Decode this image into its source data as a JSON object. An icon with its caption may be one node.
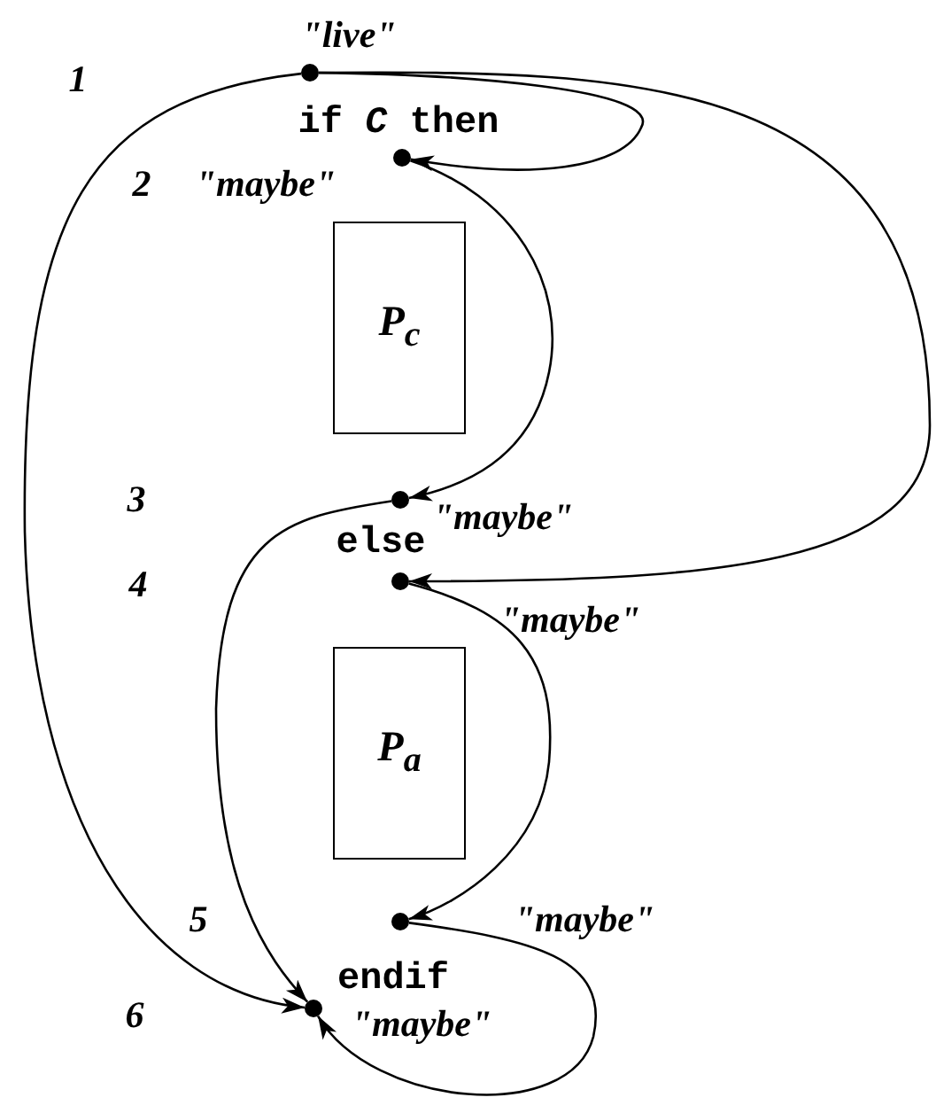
{
  "diagram": {
    "nodes": [
      {
        "text": [],
        "shape": "circle",
        "beside": [
          "\"live\""
        ]
      },
      {
        "text": [],
        "shape": "circle"
      },
      {
        "text": [
          "P$_{c}$"
        ]
      },
      {
        "text": [],
        "shape": "circle",
        "beside": [
          "\"maybe\""
        ]
      },
      {
        "text": [],
        "shape": "circle"
      },
      {
        "text": [
          "P$_{a}$"
        ]
      },
      {
        "text": [],
        "shape": "circle",
        "beside": [
          "\"maybe\""
        ]
      },
      {
        "text": [],
        "shape": "circle",
        "beside": [
          "\"maybe\""
        ]
      }
    ],
    "edges": [
      {
        "from": 0,
        "to": 1,
        "arrow": "to"
      },
      {
        "from": 0,
        "to": 4,
        "arrow": "to"
      },
      {
        "from": 0,
        "to": 7,
        "arrow": "to"
      },
      {
        "from": 1,
        "to": 3,
        "arrow": "to"
      },
      {
        "from": 3,
        "to": 7,
        "arrow": "to"
      },
      {
        "from": 4,
        "to": 6,
        "arrow": "to"
      },
      {
        "from": 6,
        "to": 7,
        "arrow": "to"
      }
    ],
    "labels": [
      "1",
      "if *C* then",
      "2",
      "\"maybe\"",
      "3",
      "else",
      "4",
      "\"maybe\"",
      "5",
      "endif",
      "6"
    ]
  }
}
